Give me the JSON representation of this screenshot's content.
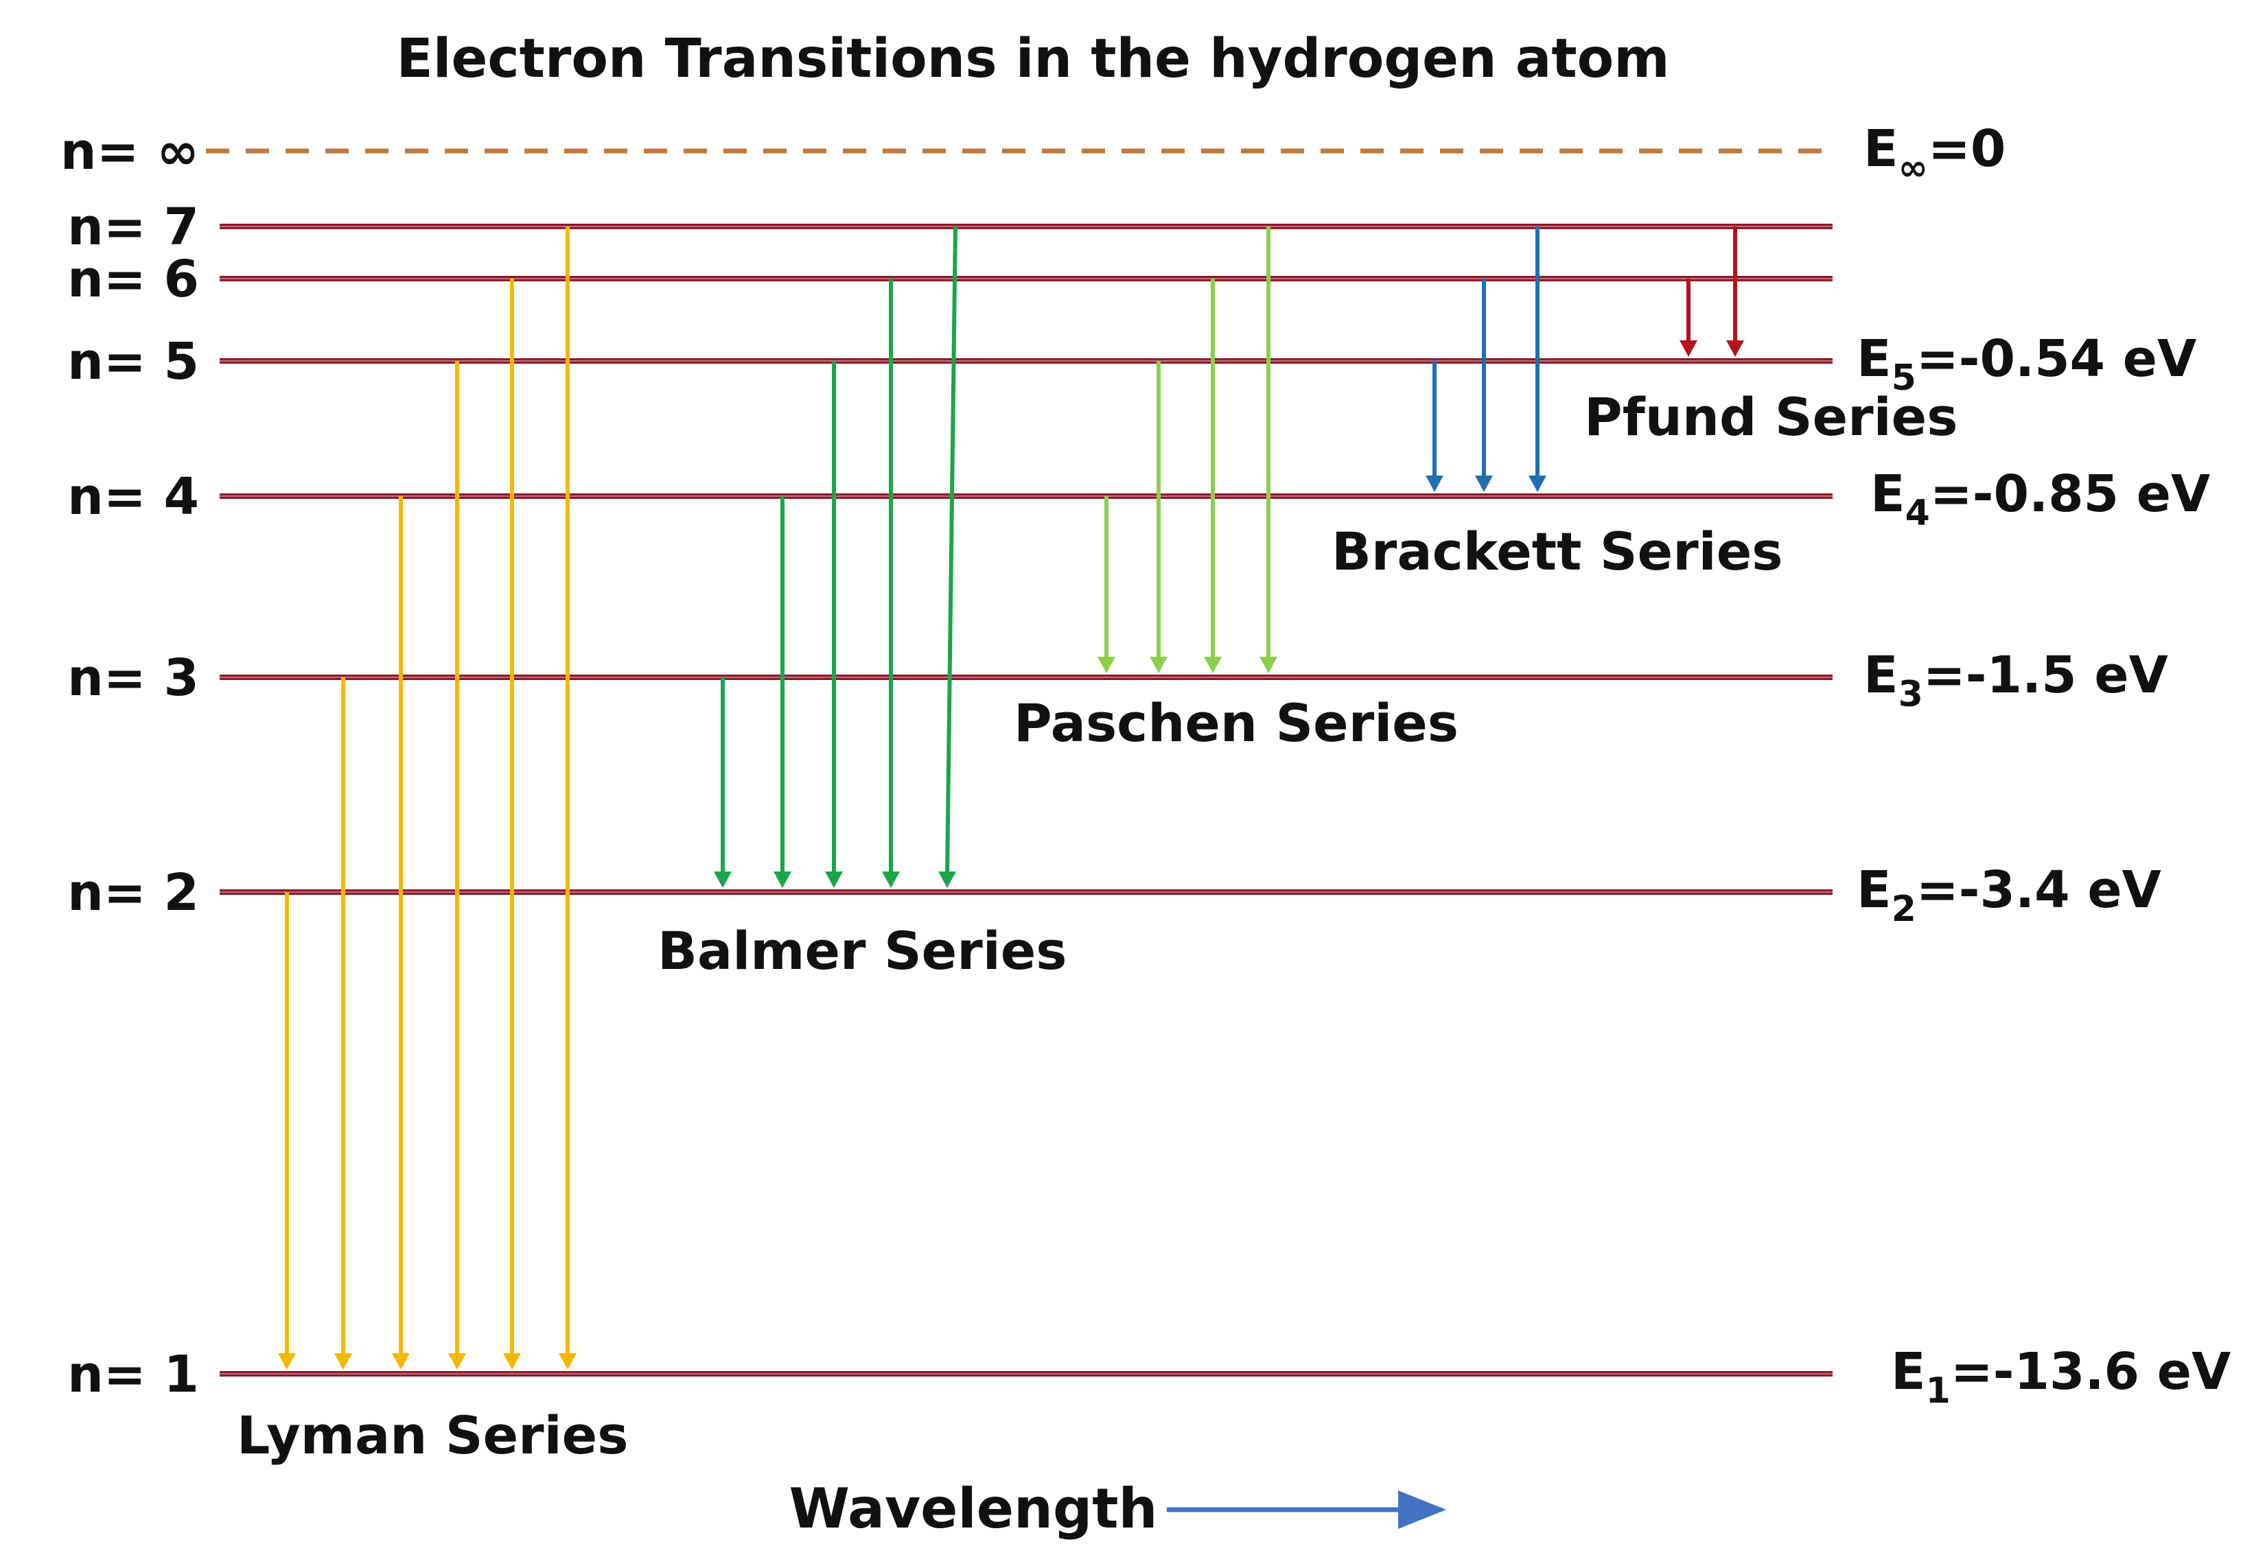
{
  "title": "Electron Transitions in the hydrogen atom",
  "levels": [
    {
      "n": "∞",
      "label": "n= ∞",
      "energy": {
        "main": "E",
        "sub": "∞",
        "rest": "=0"
      },
      "style": "dashed"
    },
    {
      "n": "7",
      "label": "n= 7",
      "energy": null
    },
    {
      "n": "6",
      "label": "n= 6",
      "energy": null
    },
    {
      "n": "5",
      "label": "n= 5",
      "energy": {
        "main": "E",
        "sub": "5",
        "rest": "=-0.54 eV"
      }
    },
    {
      "n": "4",
      "label": "n= 4",
      "energy": {
        "main": "E",
        "sub": "4",
        "rest": "=-0.85 eV"
      }
    },
    {
      "n": "3",
      "label": "n= 3",
      "energy": {
        "main": "E",
        "sub": "3",
        "rest": "=-1.5 eV"
      }
    },
    {
      "n": "2",
      "label": "n= 2",
      "energy": {
        "main": "E",
        "sub": "2",
        "rest": "=-3.4 eV"
      }
    },
    {
      "n": "1",
      "label": "n= 1",
      "energy": {
        "main": "E",
        "sub": "1",
        "rest": "=-13.6 eV"
      }
    }
  ],
  "series": [
    {
      "name": "Lyman Series",
      "color": "#f5b800",
      "to": "1",
      "from": [
        "2",
        "3",
        "4",
        "5",
        "6",
        "7"
      ]
    },
    {
      "name": "Balmer Series",
      "color": "#1aa64a",
      "to": "2",
      "from": [
        "3",
        "4",
        "5",
        "6",
        "7"
      ]
    },
    {
      "name": "Paschen Series",
      "color": "#8ccf4d",
      "to": "3",
      "from": [
        "4",
        "5",
        "6",
        "7"
      ]
    },
    {
      "name": "Brackett Series",
      "color": "#1f6fb5",
      "to": "4",
      "from": [
        "5",
        "6",
        "7"
      ]
    },
    {
      "name": "Pfund Series",
      "color": "#b5121b",
      "to": "5",
      "from": [
        "6",
        "7"
      ]
    }
  ],
  "axis": {
    "label": "Wavelength",
    "arrow_color": "#4472c4"
  },
  "colors": {
    "level_line": "#8b1a2b",
    "infinity_line": "#c0783c",
    "text": "#111111"
  }
}
